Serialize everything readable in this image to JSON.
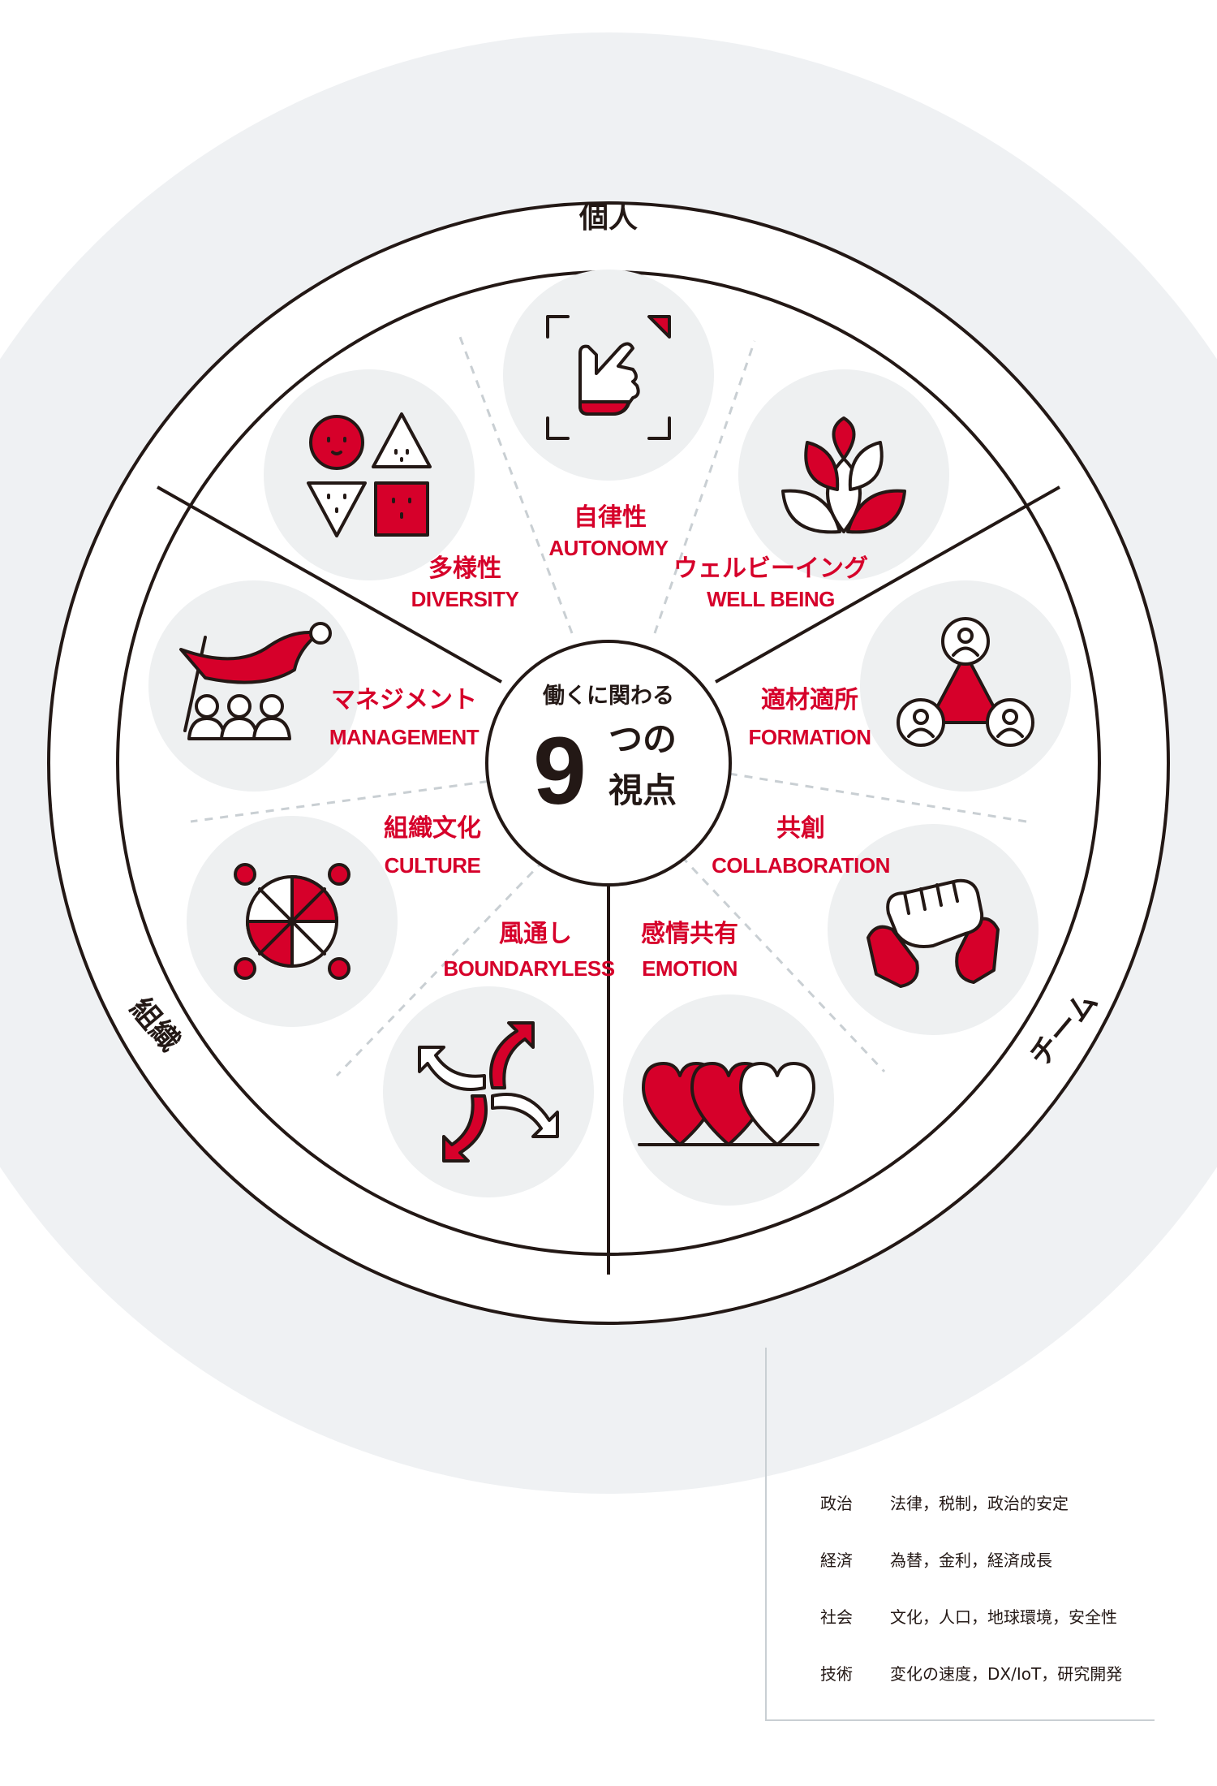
{
  "center": {
    "line1": "働くに関わる",
    "number": "9",
    "line2": "つの",
    "line3": "視点"
  },
  "rings": {
    "individual": "個人",
    "team": "チーム",
    "organization": "組織"
  },
  "viewpoints": [
    {
      "jp": "自律性",
      "en": "AUTONOMY",
      "icon": "pointing-hand-icon"
    },
    {
      "jp": "ウェルビーイング",
      "en": "WELL BEING",
      "icon": "leaves-icon"
    },
    {
      "jp": "適材適所",
      "en": "FORMATION",
      "icon": "team-triangle-icon"
    },
    {
      "jp": "共創",
      "en": "COLLABORATION",
      "icon": "handshake-icon"
    },
    {
      "jp": "感情共有",
      "en": "EMOTION",
      "icon": "hearts-icon"
    },
    {
      "jp": "風通し",
      "en": "BOUNDARYLESS",
      "icon": "swirl-arrows-icon"
    },
    {
      "jp": "組織文化",
      "en": "CULTURE",
      "icon": "people-circle-icon"
    },
    {
      "jp": "マネジメント",
      "en": "MANAGEMENT",
      "icon": "flag-group-icon"
    },
    {
      "jp": "多様性",
      "en": "DIVERSITY",
      "icon": "shape-faces-icon"
    }
  ],
  "pest": [
    {
      "category": "政治",
      "items": "法律，税制，政治的安定"
    },
    {
      "category": "経済",
      "items": "為替，金利，経済成長"
    },
    {
      "category": "社会",
      "items": "文化，人口，地球環境，安全性"
    },
    {
      "category": "技術",
      "items": "変化の速度，DX/IoT，研究開発"
    }
  ],
  "colors": {
    "accent": "#d6002a",
    "ink": "#231815",
    "bubble": "#eef0f1",
    "halo": "#eff1f3"
  }
}
